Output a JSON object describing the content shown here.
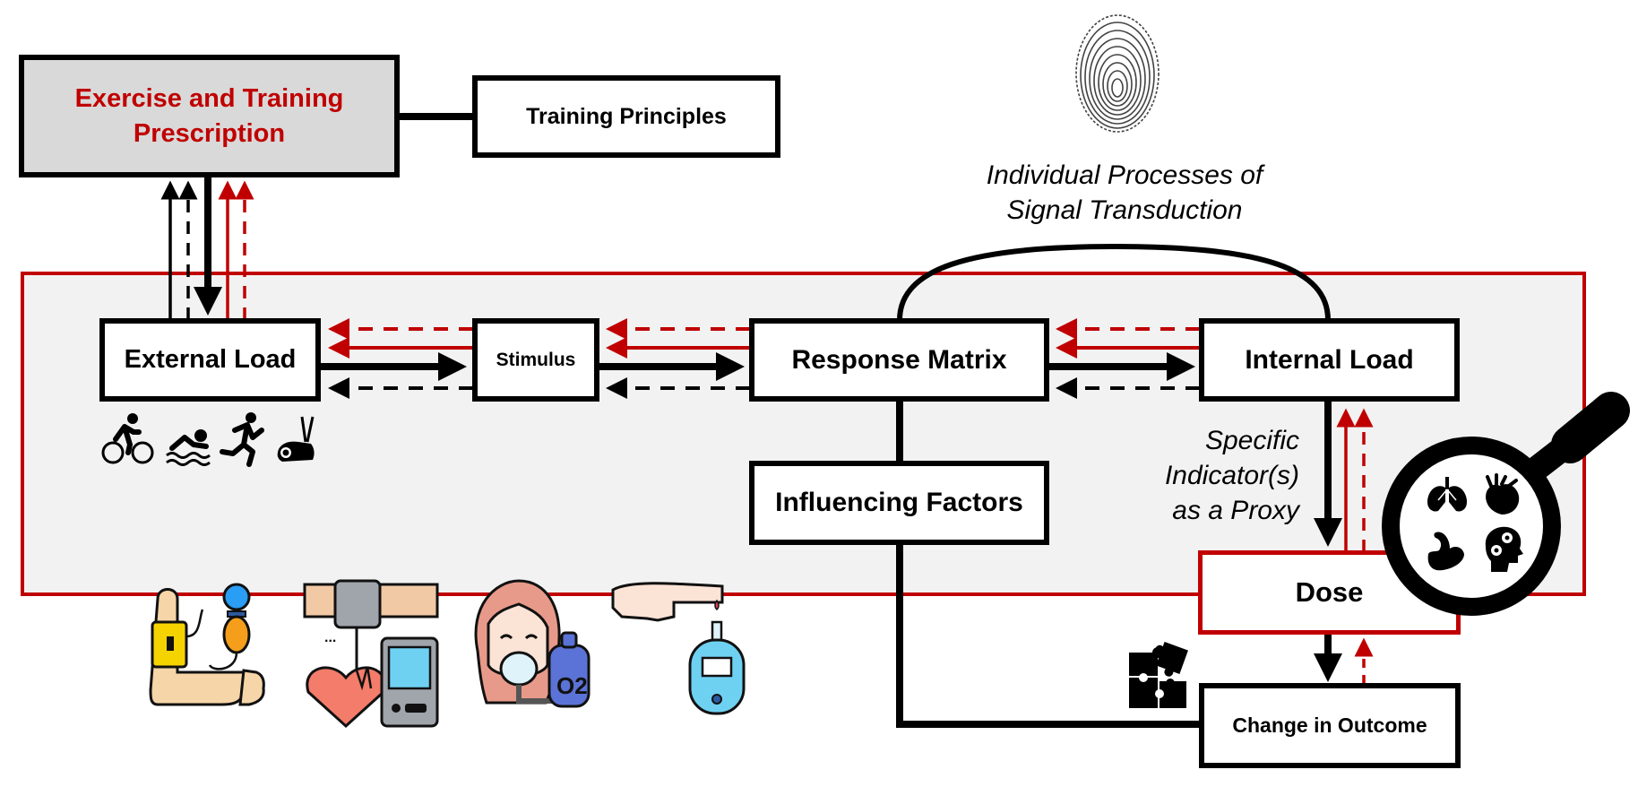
{
  "colors": {
    "accent_red": "#C00000",
    "frame_background": "#F2F2F2",
    "prescription_background": "#D9D9D9",
    "line_black": "#000000"
  },
  "nodes": {
    "prescription": "Exercise and Training Prescription",
    "training_principles": "Training Principles",
    "external_load": "External Load",
    "stimulus": "Stimulus",
    "response_matrix": "Response Matrix",
    "internal_load": "Internal Load",
    "influencing_factors": "Influencing Factors",
    "dose": "Dose",
    "change_in_outcome": "Change in Outcome"
  },
  "annotations": {
    "signal_transduction_line1": "Individual Processes of",
    "signal_transduction_line2": "Signal Transduction",
    "proxy_line1": "Specific",
    "proxy_line2": "Indicator(s)",
    "proxy_line3": "as a Proxy"
  },
  "icons": {
    "external_load_modalities": [
      "cycling-icon",
      "swimming-icon",
      "running-icon",
      "elliptical-trainer-icon"
    ],
    "measurement_devices": [
      "blood-pressure-cuff-icon",
      "heart-rate-monitor-icon",
      "oxygen-mask-icon",
      "glucose-meter-icon"
    ],
    "magnifier_contents": [
      "lungs-icon",
      "heart-organ-icon",
      "muscle-icon",
      "brain-gears-icon"
    ],
    "other": [
      "fingerprint-icon",
      "puzzle-icon",
      "magnifying-glass-icon"
    ]
  },
  "connections": [
    {
      "from": "prescription",
      "to": "external_load",
      "style": "thick-black"
    },
    {
      "from": "external_load",
      "to": "prescription",
      "style": "black-solid"
    },
    {
      "from": "external_load",
      "to": "prescription",
      "style": "black-dashed"
    },
    {
      "from": "external_load",
      "to": "prescription",
      "style": "red-solid"
    },
    {
      "from": "external_load",
      "to": "prescription",
      "style": "red-dashed"
    },
    {
      "from": "prescription",
      "to": "training_principles",
      "style": "thick-line"
    },
    {
      "from": "external_load",
      "to": "stimulus",
      "style": "thick-black"
    },
    {
      "from": "stimulus",
      "to": "response_matrix",
      "style": "thick-black"
    },
    {
      "from": "response_matrix",
      "to": "internal_load",
      "style": "thick-black"
    },
    {
      "from": "stimulus",
      "to": "external_load",
      "style": "red-dashed"
    },
    {
      "from": "stimulus",
      "to": "external_load",
      "style": "red-solid"
    },
    {
      "from": "stimulus",
      "to": "external_load",
      "style": "black-dashed"
    },
    {
      "from": "response_matrix",
      "to": "stimulus",
      "style": "red-dashed"
    },
    {
      "from": "response_matrix",
      "to": "stimulus",
      "style": "red-solid"
    },
    {
      "from": "response_matrix",
      "to": "stimulus",
      "style": "black-dashed"
    },
    {
      "from": "internal_load",
      "to": "response_matrix",
      "style": "red-dashed"
    },
    {
      "from": "internal_load",
      "to": "response_matrix",
      "style": "red-solid"
    },
    {
      "from": "internal_load",
      "to": "response_matrix",
      "style": "black-dashed"
    },
    {
      "from": "internal_load",
      "to": "dose",
      "style": "thick-black"
    },
    {
      "from": "dose",
      "to": "internal_load",
      "style": "red-solid"
    },
    {
      "from": "dose",
      "to": "internal_load",
      "style": "red-dashed"
    },
    {
      "from": "dose",
      "to": "change_in_outcome",
      "style": "thick-black"
    },
    {
      "from": "change_in_outcome",
      "to": "dose",
      "style": "red-dashed"
    },
    {
      "from": "response_matrix",
      "to": "internal_load",
      "style": "arc-signal-transduction"
    },
    {
      "from": "response_matrix",
      "to": "influencing_factors",
      "style": "thick-line"
    },
    {
      "from": "influencing_factors",
      "to": "change_in_outcome",
      "style": "thick-line"
    }
  ]
}
